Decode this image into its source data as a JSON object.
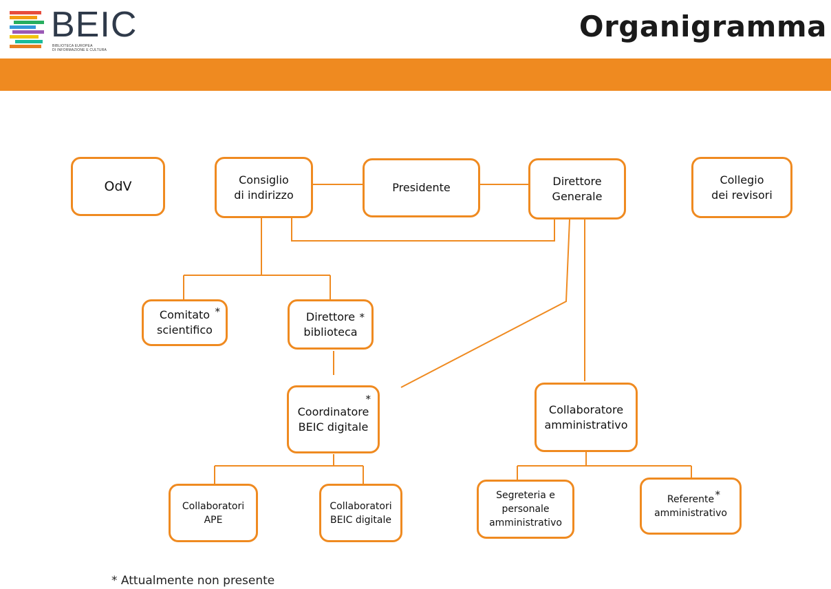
{
  "header": {
    "logo_text": "BEIC",
    "logo_sub1": "BIBLIOTECA EUROPEA",
    "logo_sub2": "DI INFORMAZIONE E CULTURA",
    "title": "Organigramma"
  },
  "colors": {
    "accent": "#ef8a20",
    "logo_text": "#2f3a4a"
  },
  "nodes": {
    "odv": "OdV",
    "consiglio": "Consiglio\ndi indirizzo",
    "presidente": "Presidente",
    "direttore_generale": "Direttore\nGenerale",
    "collegio": "Collegio\ndei revisori",
    "comitato": "Comitato\nscientifico",
    "direttore_biblioteca": "Direttore\nbiblioteca",
    "coordinatore": "Coordinatore\nBEIC digitale",
    "collaboratore_amm": "Collaboratore\namministrativo",
    "collaboratori_ape": "Collaboratori\nAPE",
    "collaboratori_beic": "Collaboratori\nBEIC digitale",
    "segreteria": "Segreteria e\npersonale\namministrativo",
    "referente": "Referente\namministrativo"
  },
  "not_present_marker": "*",
  "footnote": "* Attualmente non presente"
}
